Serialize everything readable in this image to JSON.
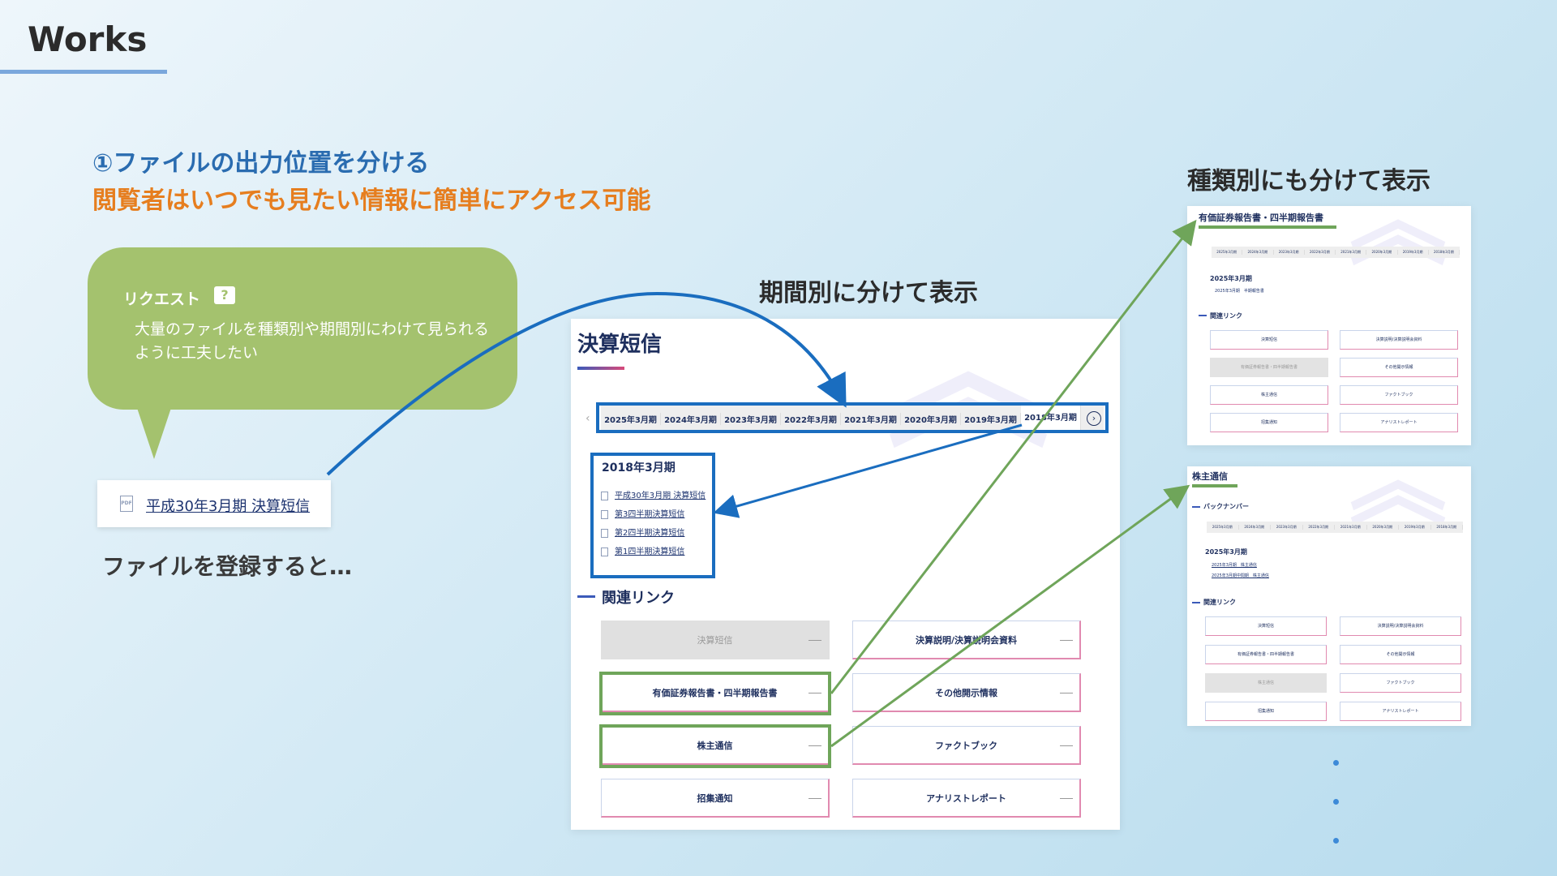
{
  "header": {
    "title": "Works"
  },
  "headline": {
    "blue": "①ファイルの出力位置を分ける",
    "orange": "閲覧者はいつでも見たい情報に簡単にアクセス可能"
  },
  "request": {
    "label": "リクエスト",
    "icon": "?",
    "text": "大量のファイルを種類別や期間別にわけて見られるように工夫したい"
  },
  "file_card": {
    "icon": "pdf-icon",
    "icon_text": "PDF",
    "link": "平成30年3月期 決算短信"
  },
  "register_text": "ファイルを登録すると…",
  "labels": {
    "period": "期間別に分けて表示",
    "type": "種類別にも分けて表示"
  },
  "main_panel": {
    "title": "決算短信",
    "tabs": [
      "2025年3月期",
      "2024年3月期",
      "2023年3月期",
      "2022年3月期",
      "2021年3月期",
      "2020年3月期",
      "2019年3月期",
      "2018年3月期"
    ],
    "active_tab": "2018年3月期",
    "period": {
      "title": "2018年3月期",
      "items": [
        "平成30年3月期 決算短信",
        "第3四半期決算短信",
        "第2四半期決算短信",
        "第1四半期決算短信"
      ]
    },
    "related": {
      "title": "関連リンク",
      "buttons": [
        {
          "label": "決算短信",
          "disabled": true
        },
        {
          "label": "決算説明/決算説明会資料",
          "disabled": false
        },
        {
          "label": "有価証券報告書・四半期報告書",
          "disabled": false,
          "highlight": true
        },
        {
          "label": "その他開示情報",
          "disabled": false
        },
        {
          "label": "株主通信",
          "disabled": false,
          "highlight": true
        },
        {
          "label": "ファクトブック",
          "disabled": false
        },
        {
          "label": "招集通知",
          "disabled": false
        },
        {
          "label": "アナリストレポート",
          "disabled": false
        }
      ]
    }
  },
  "panel_yuho": {
    "title": "有価証券報告書・四半期報告書",
    "tabs": [
      "2025年3月期",
      "2024年3月期",
      "2023年3月期",
      "2022年3月期",
      "2021年3月期",
      "2020年3月期",
      "2019年3月期",
      "2018年3月期"
    ],
    "period_title": "2025年3月期",
    "item": "2025年3月期　半期報告書",
    "related_title": "関連リンク",
    "buttons": [
      {
        "label": "決算短信",
        "disabled": false
      },
      {
        "label": "決算説明/決算説明会資料",
        "disabled": false
      },
      {
        "label": "有価証券報告書・四半期報告書",
        "disabled": true
      },
      {
        "label": "その他開示情報",
        "disabled": false
      },
      {
        "label": "株主通信",
        "disabled": false
      },
      {
        "label": "ファクトブック",
        "disabled": false
      },
      {
        "label": "招集通知",
        "disabled": false
      },
      {
        "label": "アナリストレポート",
        "disabled": false
      }
    ]
  },
  "panel_kabunushi": {
    "title": "株主通信",
    "backnumber": "バックナンバー",
    "tabs": [
      "2025年3月期",
      "2024年3月期",
      "2023年3月期",
      "2022年3月期",
      "2021年3月期",
      "2020年3月期",
      "2019年3月期",
      "2018年3月期"
    ],
    "period_title": "2025年3月期",
    "items": [
      "2025年3月期　株主通信",
      "2025年3月期中間期　株主通信"
    ],
    "related_title": "関連リンク",
    "buttons": [
      {
        "label": "決算短信",
        "disabled": false
      },
      {
        "label": "決算説明/決算説明会資料",
        "disabled": false
      },
      {
        "label": "有価証券報告書・四半期報告書",
        "disabled": false
      },
      {
        "label": "その他開示情報",
        "disabled": false
      },
      {
        "label": "株主通信",
        "disabled": true
      },
      {
        "label": "ファクトブック",
        "disabled": false
      },
      {
        "label": "招集通知",
        "disabled": false
      },
      {
        "label": "アナリストレポート",
        "disabled": false
      }
    ]
  },
  "colors": {
    "blue_arrow": "#1a6dbf",
    "green_arrow": "#6fa55a",
    "bubble": "#a4c26e",
    "orange": "#e67e1f",
    "heading_blue": "#2a6cb0"
  }
}
